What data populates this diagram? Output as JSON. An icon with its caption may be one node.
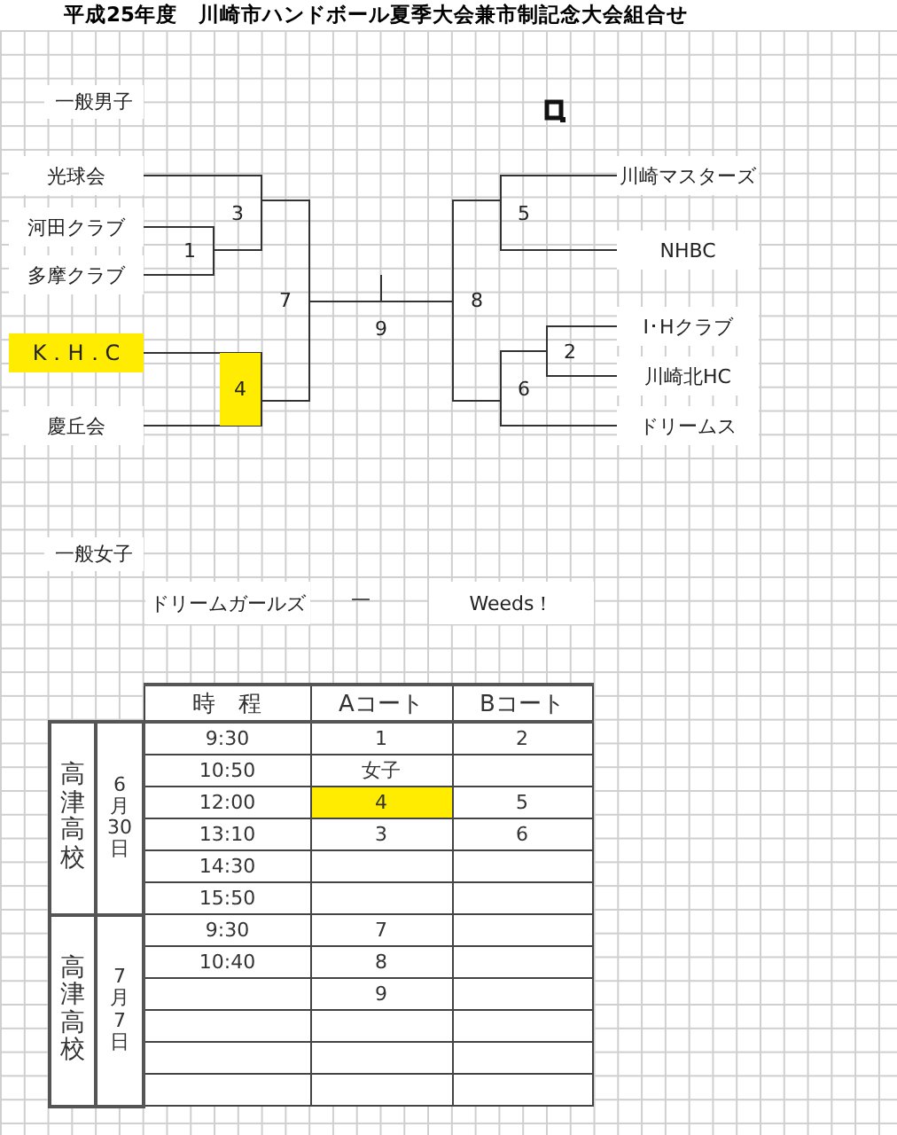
{
  "diagram": {
    "title": "平成25年度　川崎市ハンドボール夏季大会兼市制記念大会組合せ",
    "nodes": [
      {
        "text": [
          "光球会"
        ]
      },
      {
        "text": [
          "河田クラブ"
        ]
      },
      {
        "text": [
          "多摩クラブ"
        ]
      },
      {
        "text": [
          "K．H．C"
        ]
      },
      {
        "text": [
          "慶丘会"
        ]
      },
      {
        "text": [
          "3"
        ]
      },
      {
        "text": [
          "1"
        ]
      },
      {
        "text": [
          "4"
        ]
      },
      {
        "text": [
          "7"
        ]
      },
      {
        "text": [
          "9"
        ]
      },
      {
        "text": [
          "8"
        ]
      },
      {
        "text": [
          "5"
        ]
      },
      {
        "text": [
          "2"
        ]
      },
      {
        "text": [
          "6"
        ]
      },
      {
        "text": [
          "川崎マスターズ"
        ]
      },
      {
        "text": [
          "NHBC"
        ]
      },
      {
        "text": [
          "I･Hクラブ"
        ]
      },
      {
        "text": [
          "川崎北HC"
        ]
      },
      {
        "text": [
          "ドリームス"
        ]
      },
      {
        "text": [
          "ドリームガールズ"
        ]
      },
      {
        "text": [
          "Weeds！"
        ]
      }
    ],
    "edges": [
      {
        "from": 0,
        "to": 5,
        "arrow": "none"
      },
      {
        "from": 1,
        "to": 6,
        "arrow": "none"
      },
      {
        "from": 2,
        "to": 6,
        "arrow": "none"
      },
      {
        "from": 6,
        "to": 5,
        "arrow": "none"
      },
      {
        "from": 3,
        "to": 7,
        "arrow": "none"
      },
      {
        "from": 4,
        "to": 7,
        "arrow": "none"
      },
      {
        "from": 5,
        "to": 8,
        "arrow": "none"
      },
      {
        "from": 7,
        "to": 8,
        "arrow": "none"
      },
      {
        "from": 8,
        "to": 9,
        "arrow": "none"
      },
      {
        "from": 10,
        "to": 9,
        "arrow": "none"
      },
      {
        "from": 11,
        "to": 10,
        "arrow": "none"
      },
      {
        "from": 13,
        "to": 10,
        "arrow": "none"
      },
      {
        "from": 14,
        "to": 11,
        "arrow": "none"
      },
      {
        "from": 15,
        "to": 11,
        "arrow": "none"
      },
      {
        "from": 16,
        "to": 12,
        "arrow": "none"
      },
      {
        "from": 17,
        "to": 12,
        "arrow": "none"
      },
      {
        "from": 12,
        "to": 13,
        "arrow": "none"
      },
      {
        "from": 18,
        "to": 13,
        "arrow": "none"
      }
    ],
    "labels": [
      "一般男子",
      "一般女子",
      "—",
      "時　程",
      "Aコート",
      "Bコート",
      "高津高校",
      "6月30日",
      "9:30",
      "1",
      "2",
      "10:50",
      "女子",
      "12:00",
      "4",
      "5",
      "13:10",
      "3",
      "6",
      "14:30",
      "15:50",
      "高津高校",
      "7月7日",
      "9:30",
      "7",
      "10:40",
      "8",
      "9"
    ]
  }
}
